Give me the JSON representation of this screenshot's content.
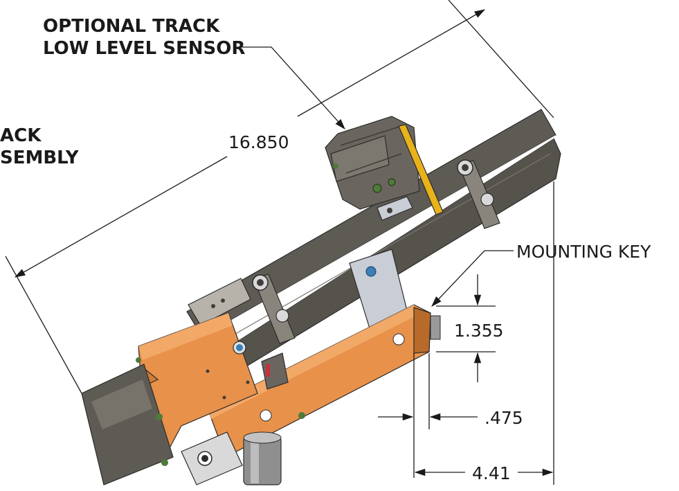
{
  "callouts": {
    "optional_sensor": [
      "OPTIONAL TRACK",
      "LOW LEVEL SENSOR"
    ],
    "track_assembly": [
      "ACK",
      "SEMBLY"
    ],
    "mounting_key": "MOUNTING KEY"
  },
  "dimensions": {
    "overall_length": "16.850",
    "key_height": "1.355",
    "key_offset": ".475",
    "base_width": "4.41"
  },
  "colors": {
    "track": "#5e5b55",
    "track_dark": "#3f3d39",
    "bracket": "#e8914a",
    "bracket_dark": "#b86a2a",
    "sensor": "#6a665f",
    "sensor_strip": "#e9b21a",
    "key_plate": "#c9cdd6",
    "screw_green": "#4e7a3a"
  }
}
